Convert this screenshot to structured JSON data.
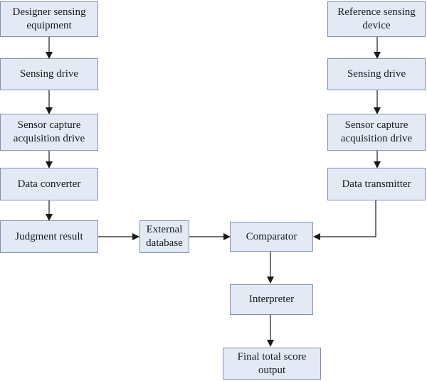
{
  "colors": {
    "box_fill": "#e3eaf6",
    "box_border": "#7d8fb5",
    "arrow": "#1a1a1a",
    "text": "#1a1a1a"
  },
  "nodes": {
    "designer_equipment": "Designer sensing\nequipment",
    "left_sensing_drive": "Sensing drive",
    "left_sensor_capture": "Sensor capture\nacquisition drive",
    "data_converter": "Data converter",
    "judgment_result": "Judgment result",
    "external_database": "External\ndatabase",
    "reference_device": "Reference sensing\ndevice",
    "right_sensing_drive": "Sensing drive",
    "right_sensor_capture": "Sensor capture\nacquisition drive",
    "data_transmitter": "Data transmitter",
    "comparator": "Comparator",
    "interpreter": "Interpreter",
    "final_output": "Final total score\noutput"
  },
  "edges": [
    {
      "from": "designer_equipment",
      "to": "left_sensing_drive"
    },
    {
      "from": "left_sensing_drive",
      "to": "left_sensor_capture"
    },
    {
      "from": "left_sensor_capture",
      "to": "data_converter"
    },
    {
      "from": "data_converter",
      "to": "judgment_result"
    },
    {
      "from": "judgment_result",
      "to": "external_database"
    },
    {
      "from": "external_database",
      "to": "comparator"
    },
    {
      "from": "reference_device",
      "to": "right_sensing_drive"
    },
    {
      "from": "right_sensing_drive",
      "to": "right_sensor_capture"
    },
    {
      "from": "right_sensor_capture",
      "to": "data_transmitter"
    },
    {
      "from": "data_transmitter",
      "to": "comparator"
    },
    {
      "from": "comparator",
      "to": "interpreter"
    },
    {
      "from": "interpreter",
      "to": "final_output"
    }
  ]
}
